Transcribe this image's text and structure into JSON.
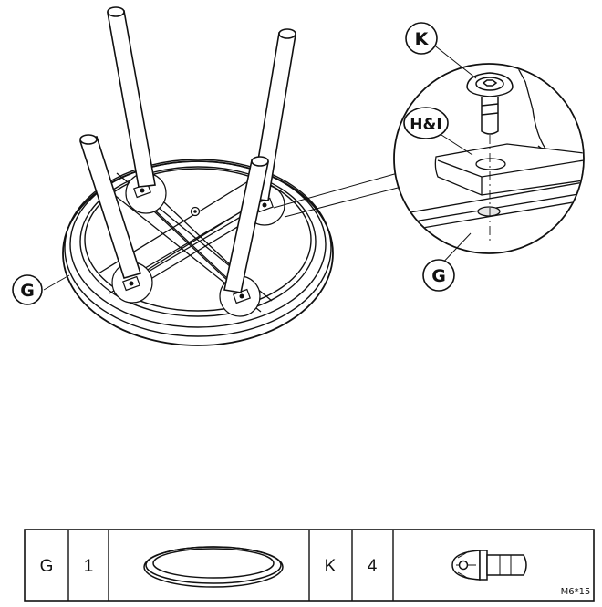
{
  "callouts": {
    "screw": "K",
    "bracket": "H&I",
    "ring_main": "G",
    "ring_detail": "G"
  },
  "parts_table": {
    "rows": [
      {
        "letter": "G",
        "qty": "1",
        "icon": "ring-icon"
      },
      {
        "letter": "K",
        "qty": "4",
        "icon": "screw-icon",
        "spec": "M6*15"
      }
    ]
  },
  "colors": {
    "line": "#111111",
    "background": "#ffffff",
    "hole": "#e6e6e6"
  }
}
